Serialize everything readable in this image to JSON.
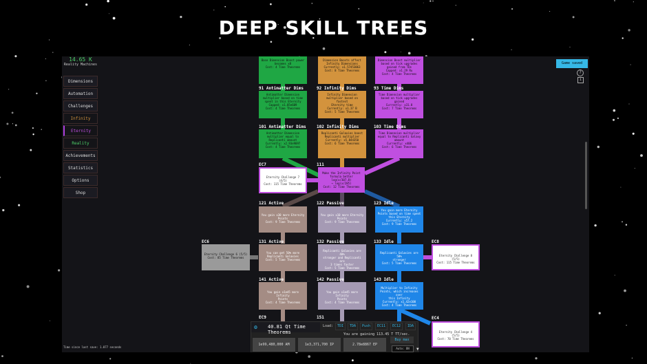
{
  "promo": {
    "title": "DEEP SKILL TREES"
  },
  "header": {
    "reality_amount": "14.65 K",
    "reality_label": "Reality Machines",
    "save_button": "Game saved",
    "help_glyph": "?",
    "lock_glyph": "i"
  },
  "sidebar": {
    "items": [
      {
        "label": "Dimensions"
      },
      {
        "label": "Automation"
      },
      {
        "label": "Challenges"
      },
      {
        "label": "Infinity"
      },
      {
        "label": "Eternity"
      },
      {
        "label": "Reality"
      },
      {
        "label": "Achievements"
      },
      {
        "label": "Statistics"
      },
      {
        "label": "Options"
      },
      {
        "label": "Shop"
      }
    ],
    "colors": {
      "infinity": "#d3933d",
      "eternity": "#c04fe0",
      "reality": "#4fd16a"
    }
  },
  "tree": {
    "top": [
      {
        "lines": [
          "Base Dimension Boost power",
          "becomes x8",
          "Cost: 4 Time Theorems"
        ]
      },
      {
        "lines": [
          "Dimension Boosts affect",
          "Infinity Dimensions",
          "Currently: x1.57453063",
          "Cost: 8 Time Theorems"
        ]
      },
      {
        "lines": [
          "Dimension Boost multiplier",
          "based on tick upgrades",
          "gained from TDs",
          "Capped: x1.29 Ru",
          "Cost: 4 Time Theorems"
        ]
      }
    ],
    "row91": [
      {
        "title": "91 Antimatter Dims",
        "lines": [
          "Antimatter Dimension",
          "multiplier based on time",
          "spent in this Eternity",
          "Capped: x1.05e609",
          "Cost: 4 Time Theorems"
        ]
      },
      {
        "title": "92 Infinity Dims",
        "lines": [
          "Infinity Dimension",
          "multiplier based on fastest",
          "Eternity time",
          "Currently: x1.37 B",
          "Cost: 5 Time Theorems"
        ]
      },
      {
        "title": "93 Time Dims",
        "lines": [
          "Time Dimension multiplier",
          "based on tick upgrades",
          "gained",
          "Currently: x31.8",
          "Cost: 7 Time Theorems"
        ]
      }
    ],
    "row101": [
      {
        "title": "101 Antimatter Dims",
        "lines": [
          "Antimatter Dimension",
          "multiplier equal to",
          "Replicanti amount",
          "Currently: x2.93e9097",
          "Cost: 4 Time Theorems"
        ]
      },
      {
        "title": "102 Infinity Dims",
        "lines": [
          "Replicanti Galaxies boost",
          "Replicanti multiplier",
          "Currently: x5.844350",
          "Cost: 6 Time Theorems"
        ]
      },
      {
        "title": "103 Time Dims",
        "lines": [
          "Time Dimension multiplier",
          "equal to Replicanti Galaxy",
          "amount",
          "Currently: x406",
          "Cost: 6 Time Theorems"
        ]
      }
    ],
    "ec7": {
      "title": "EC7",
      "lines": [
        "Eternity Challenge 7 (4/5)",
        "Cost: 115 Time Theorems"
      ]
    },
    "n111": {
      "title": "111",
      "lines": [
        "Make the Infinity Point",
        "formula better log(x/307.8)",
        "→ log(x/285)",
        "Cost: 12 Time Theorems"
      ]
    },
    "row121": [
      {
        "title": "121 Active",
        "lines": [
          "You gain x30 more Eternity",
          "Points",
          "Cost: 9 Time Theorems"
        ]
      },
      {
        "title": "122 Passive",
        "lines": [
          "You gain x10 more Eternity",
          "Points",
          "Cost: 9 Time Theorems"
        ]
      },
      {
        "title": "123 Idle",
        "lines": [
          "You gain more Eternity",
          "Points based on time spent",
          "this Eternity",
          "Currently: x57.2",
          "Cost: 9 Time Theorems"
        ]
      }
    ],
    "ec6": {
      "title": "EC6",
      "lines": [
        "Eternity Challenge 6 (5/5)",
        "Cost: 85 Time Theorems"
      ]
    },
    "ec8": {
      "title": "EC8",
      "lines": [
        "Eternity Challenge 8 (5/5)",
        "Cost: 115 Time Theorems"
      ]
    },
    "row131": [
      {
        "title": "131 Active",
        "lines": [
          "You can get 50% more",
          "Replicanti Galaxies",
          "Cost: 5 Time Theorems"
        ]
      },
      {
        "title": "132 Passive",
        "lines": [
          "Replicanti Galaxies are 40%",
          "stronger and Replicanti are",
          "3 times faster",
          "Cost: 5 Time Theorems"
        ]
      },
      {
        "title": "133 Idle",
        "lines": [
          "Replicanti Galaxies are 50%",
          "stronger",
          "Cost: 5 Time Theorems"
        ]
      }
    ],
    "row141": [
      {
        "title": "141 Active",
        "lines": [
          "You gain x1e45 more Infinity",
          "Points",
          "Cost: 4 Time Theorems"
        ]
      },
      {
        "title": "142 Passive",
        "lines": [
          "You gain x1e45 more Infinity",
          "Points",
          "Cost: 4 Time Theorems"
        ]
      },
      {
        "title": "143 Idle",
        "lines": [
          "Multiplier to Infinity",
          "Points, which increases over",
          "this Infinity",
          "Currently: x1.42e100",
          "Cost: 4 Time Theorems"
        ]
      }
    ],
    "ec9": {
      "title": "EC9"
    },
    "n151": {
      "title": "151"
    },
    "ec4": {
      "title": "EC4",
      "lines": [
        "Eternity Challenge 4 (5/5)",
        "Cost: 70 Time Theorems"
      ]
    }
  },
  "theorems": {
    "amount": "40.81 Qt Time Theorems",
    "load_label": "Load:",
    "presets": [
      "TDI",
      "TDA",
      "Push",
      "EC11",
      "EC12",
      "IDA"
    ],
    "gain_text": "You are gaining 113.45 T TT/sec.",
    "buy_am": "1e99,480,000 AM",
    "buy_ip": "1e3,371,700 IP",
    "buy_ep": "2.78e8867 EP",
    "buy_max": "Buy max",
    "autobuyer": "Auto: ON",
    "expand_glyph": "▼"
  },
  "footer": {
    "time_since_save": "Time since last save: 1.077 seconds"
  }
}
